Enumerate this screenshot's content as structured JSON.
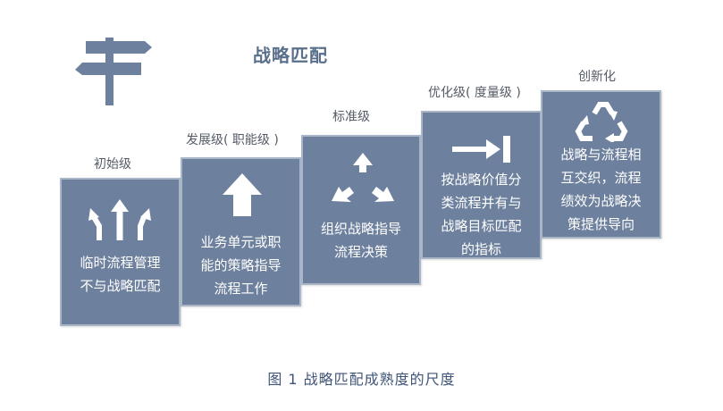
{
  "title": "战略匹配",
  "caption": "图 1  战略匹配成熟度的尺度",
  "levels": [
    {
      "label": "初始级",
      "text_lines": [
        "临时流程管理",
        "不与战略匹配"
      ],
      "icon": "split-arrows-icon"
    },
    {
      "label": "发展级( 职能级 )",
      "text_lines": [
        "业务单元或职",
        "能的策略指导",
        "流程工作"
      ],
      "icon": "up-arrow-icon"
    },
    {
      "label": "标准级",
      "text_lines": [
        "组织战略指导",
        "流程决策"
      ],
      "icon": "three-arrows-icon"
    },
    {
      "label": "优化级( 度量级 )",
      "text_lines": [
        "按战略价值分",
        "类流程并有与",
        "战略目标匹配",
        "的指标"
      ],
      "icon": "arrow-to-bar-icon"
    },
    {
      "label": "创新化",
      "text_lines": [
        "战略与流程相",
        "互交织，流程",
        "绩效为战略决",
        "策提供导向"
      ],
      "icon": "recycle-icon"
    }
  ],
  "colors": {
    "step_fill": "#6d809d",
    "step_border": "#a9b6c8",
    "title": "#5a6f8c",
    "caption": "#3e5478"
  }
}
